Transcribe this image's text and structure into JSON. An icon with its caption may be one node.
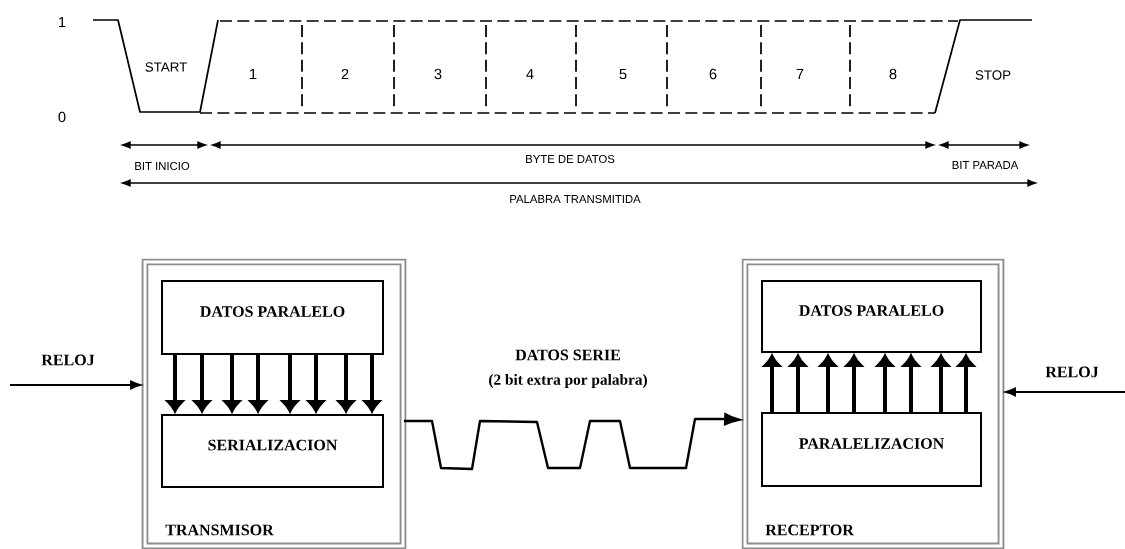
{
  "diagram": {
    "nodes": [
      {
        "text": [
          "TRANSMISOR"
        ]
      },
      {
        "text": [
          "DATOS PARALELO"
        ],
        "in": 0
      },
      {
        "text": [
          "SERIALIZACION"
        ],
        "in": 0
      },
      {
        "text": [
          "RECEPTOR"
        ]
      },
      {
        "text": [
          "DATOS PARALELO"
        ],
        "in": 3
      },
      {
        "text": [
          "PARALELIZACION"
        ],
        "in": 3
      }
    ],
    "edges": [
      {
        "from": null,
        "to": 0,
        "arrow": "to",
        "label": "RELOJ"
      },
      {
        "from": 1,
        "to": 2,
        "arrow": "to"
      },
      {
        "from": 1,
        "to": 2,
        "arrow": "to"
      },
      {
        "from": 1,
        "to": 2,
        "arrow": "to"
      },
      {
        "from": 1,
        "to": 2,
        "arrow": "to"
      },
      {
        "from": 1,
        "to": 2,
        "arrow": "to"
      },
      {
        "from": 1,
        "to": 2,
        "arrow": "to"
      },
      {
        "from": 1,
        "to": 2,
        "arrow": "to"
      },
      {
        "from": 1,
        "to": 2,
        "arrow": "to"
      },
      {
        "from": 0,
        "to": 3,
        "arrow": "to",
        "label": "DATOS SERIE"
      },
      {
        "from": 5,
        "to": 4,
        "arrow": "to"
      },
      {
        "from": 5,
        "to": 4,
        "arrow": "to"
      },
      {
        "from": 5,
        "to": 4,
        "arrow": "to"
      },
      {
        "from": 5,
        "to": 4,
        "arrow": "to"
      },
      {
        "from": 5,
        "to": 4,
        "arrow": "to"
      },
      {
        "from": 5,
        "to": 4,
        "arrow": "to"
      },
      {
        "from": 5,
        "to": 4,
        "arrow": "to"
      },
      {
        "from": 5,
        "to": 4,
        "arrow": "to"
      },
      {
        "from": null,
        "to": 3,
        "arrow": "to",
        "label": "RELOJ"
      }
    ],
    "labels": [
      "1",
      "0",
      "START",
      "1",
      "2",
      "3",
      "4",
      "5",
      "6",
      "7",
      "8",
      "STOP",
      "BIT INICIO",
      "BYTE DE DATOS",
      "BIT PARADA",
      "PALABRA TRANSMITIDA",
      "(2 bit extra por palabra)"
    ]
  }
}
